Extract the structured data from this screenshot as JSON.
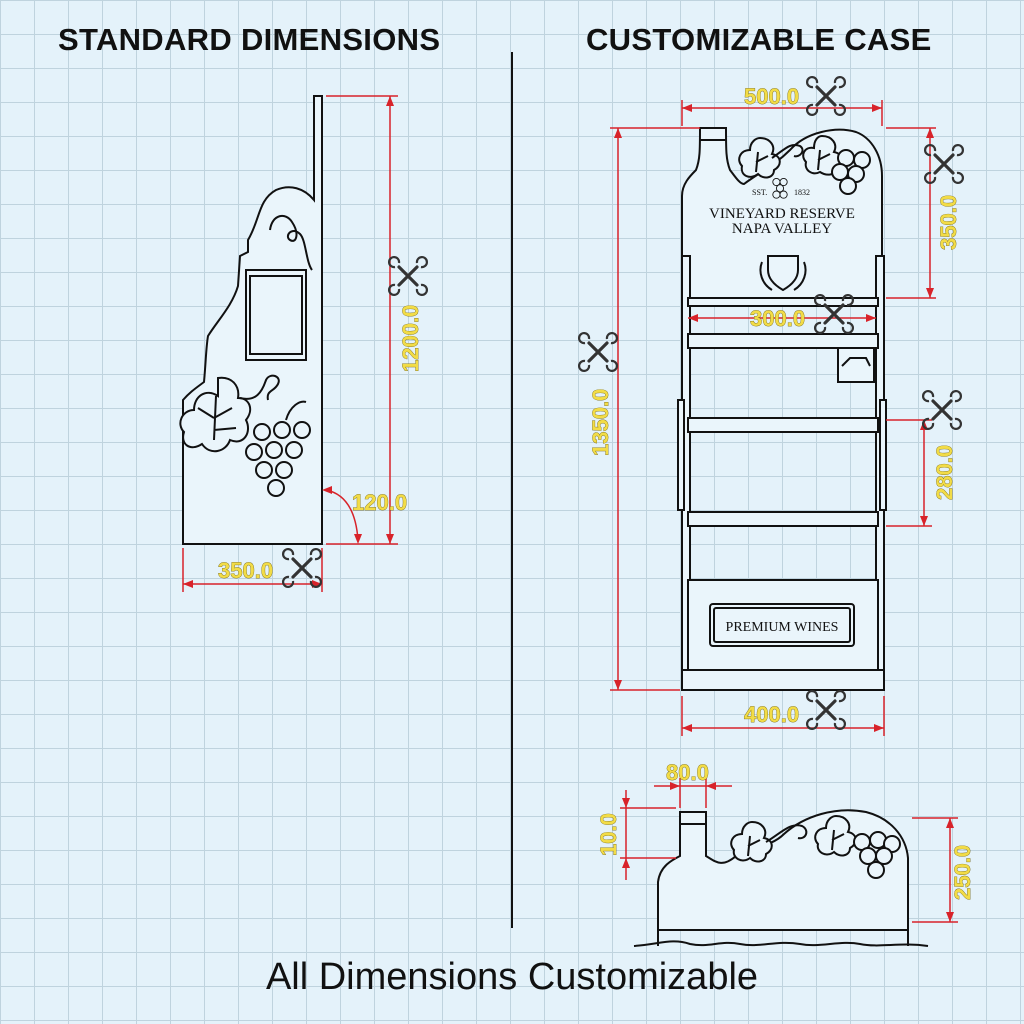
{
  "headings": {
    "left": "STANDARD DIMENSIONS",
    "right": "CUSTOMIZABLE CASE"
  },
  "footer": "All Dimensions Customizable",
  "standard": {
    "height": "1200.0",
    "depth": "350.0",
    "base_angle": "120.0"
  },
  "case": {
    "top_width": "500.0",
    "header_height": "350.0",
    "shelf_width": "300.0",
    "total_height": "1350.0",
    "shelf_spacing": "280.0",
    "base_width": "400.0",
    "header_text_1": "VINEYARD RESERVE",
    "header_text_2": "NAPA VALLEY",
    "est_left": "SST.",
    "est_right": "1832",
    "base_plaque": "PREMIUM WINES"
  },
  "detail": {
    "neck_width": "80.0",
    "neck_height": "10.0",
    "topper_height": "250.0"
  },
  "icons": [
    "wrench-cross-icon",
    "grape-cluster-icon",
    "grape-leaf-icon",
    "shield-crest-icon",
    "wine-bottle-icon"
  ],
  "colors": {
    "background": "#e4f2fa",
    "grid": "#bfd3de",
    "dimension_line": "#d8232a",
    "dimension_text": "#f2dc47",
    "outline": "#111111"
  }
}
